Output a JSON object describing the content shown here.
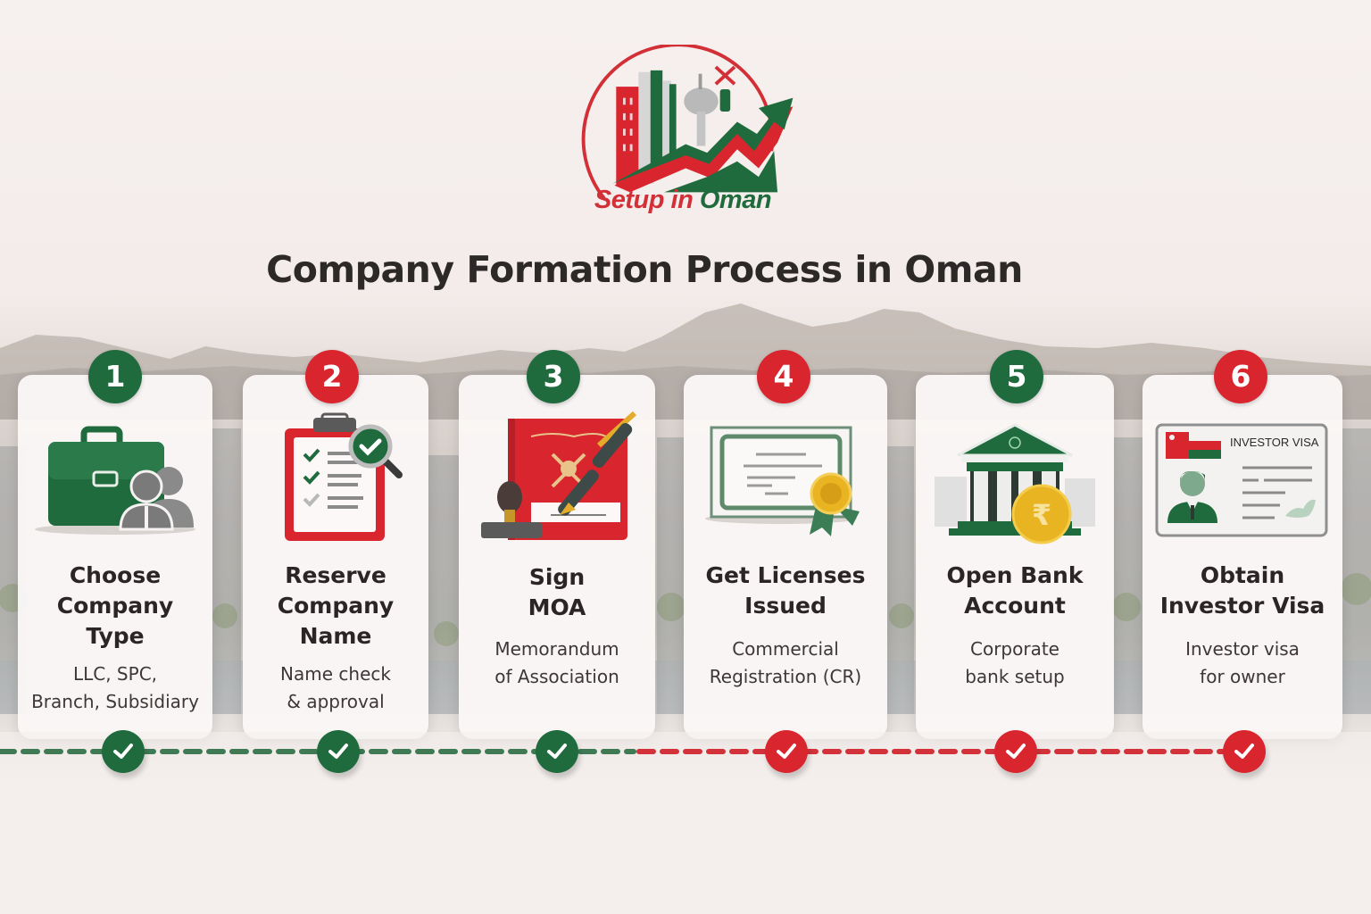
{
  "brand": {
    "logo_text_part1": "Setup in",
    "logo_text_part2": "Oman",
    "colors": {
      "green": "#1f6b3d",
      "red": "#d9262e",
      "gold": "#e8b421"
    }
  },
  "title": "Company Formation Process in Oman",
  "steps": [
    {
      "number": "1",
      "badge_color": "green",
      "icon": "briefcase-people-icon",
      "title_lines": [
        "Choose",
        "Company",
        "Type"
      ],
      "desc_lines": [
        "LLC, SPC,",
        "Branch, Subsidiary"
      ],
      "status": "completed"
    },
    {
      "number": "2",
      "badge_color": "red",
      "icon": "clipboard-checklist-icon",
      "title_lines": [
        "Reserve",
        "Company",
        "Name"
      ],
      "desc_lines": [
        "Name check",
        "& approval"
      ],
      "status": "completed"
    },
    {
      "number": "3",
      "badge_color": "green",
      "icon": "moa-document-pen-stamp-icon",
      "title_lines": [
        "Sign",
        "MOA"
      ],
      "desc_lines": [
        "Memorandum",
        "of Association"
      ],
      "status": "completed"
    },
    {
      "number": "4",
      "badge_color": "red",
      "icon": "certificate-seal-icon",
      "title_lines": [
        "Get Licenses",
        "Issued"
      ],
      "desc_lines": [
        "Commercial",
        "Registration (CR)"
      ],
      "status": "completed"
    },
    {
      "number": "5",
      "badge_color": "green",
      "icon": "bank-coin-icon",
      "title_lines": [
        "Open Bank",
        "Account"
      ],
      "desc_lines": [
        "Corporate",
        "bank setup"
      ],
      "status": "completed"
    },
    {
      "number": "6",
      "badge_color": "red",
      "icon": "investor-visa-card-icon",
      "title_lines": [
        "Obtain",
        "Investor Visa"
      ],
      "desc_lines": [
        "Investor visa",
        "for owner"
      ],
      "status": "completed",
      "card_label": "INVESTOR VISA"
    }
  ],
  "timeline": {
    "checkmarks": [
      {
        "color": "green",
        "icon": "check-icon"
      },
      {
        "color": "green",
        "icon": "check-icon"
      },
      {
        "color": "green",
        "icon": "check-icon"
      },
      {
        "color": "red",
        "icon": "check-icon"
      },
      {
        "color": "red",
        "icon": "check-icon"
      },
      {
        "color": "red",
        "icon": "check-icon"
      }
    ]
  }
}
